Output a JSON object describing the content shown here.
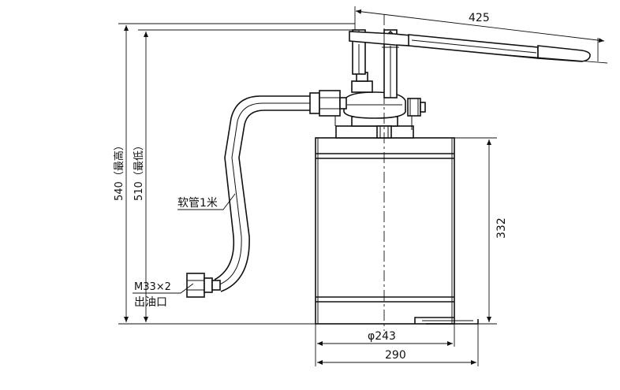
{
  "dimensions": {
    "lever_length": "425",
    "height_max": "540（最高）",
    "height_min": "510（最低）",
    "tank_height": "332",
    "tank_diameter": "φ243",
    "base_width": "290"
  },
  "labels": {
    "hose": "软管1米",
    "thread": "M33×2",
    "outlet": "出油口"
  }
}
